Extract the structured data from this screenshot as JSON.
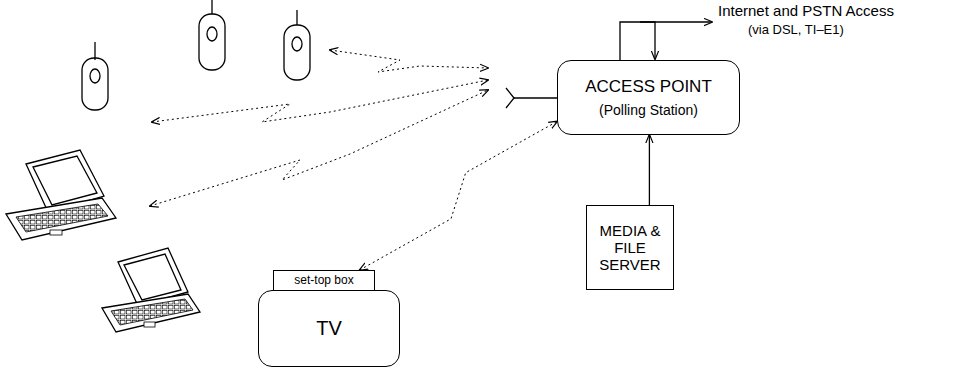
{
  "diagram": {
    "nodes": [
      {
        "text": [
          "ACCESS POINT",
          "(Polling Station)"
        ]
      },
      {
        "text": [
          "set-top box"
        ]
      },
      {
        "text": [
          "TV"
        ]
      },
      {
        "text": [
          "MEDIA & FILE SERVER"
        ]
      }
    ],
    "edges": [
      {
        "from": 3,
        "to": 0,
        "arrow": "to"
      },
      {
        "from": 1,
        "to": 0,
        "arrow": "both"
      }
    ],
    "labels": [
      "Internet and PSTN Access",
      "(via DSL, TI–E1)"
    ]
  }
}
